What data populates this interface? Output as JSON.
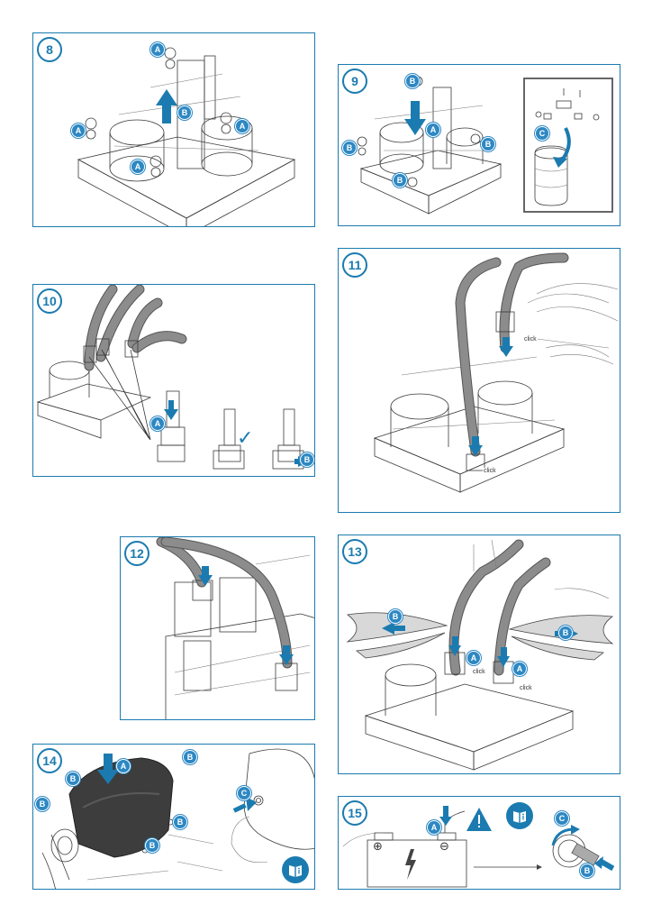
{
  "steps": {
    "s8": {
      "number": "8",
      "labels": [
        "A",
        "A",
        "A",
        "A",
        "B"
      ]
    },
    "s9": {
      "number": "9",
      "labels": [
        "B",
        "A",
        "B",
        "B",
        "B",
        "C"
      ]
    },
    "s10": {
      "number": "10",
      "labels": [
        "A",
        "B"
      ],
      "check": "✓"
    },
    "s11": {
      "number": "11",
      "click_labels": [
        "click",
        "click"
      ]
    },
    "s12": {
      "number": "12"
    },
    "s13": {
      "number": "13",
      "labels": [
        "B",
        "B",
        "A",
        "A"
      ],
      "click_labels": [
        "click",
        "click"
      ]
    },
    "s14": {
      "number": "14",
      "labels": [
        "A",
        "B",
        "B",
        "B",
        "B",
        "B",
        "C"
      ]
    },
    "s15": {
      "number": "15",
      "labels": [
        "A",
        "C",
        "B"
      ],
      "battery_plus": "⊕",
      "battery_minus": "⊖"
    }
  },
  "colors": {
    "accent": "#1b7bb0",
    "label": "#2d88c3",
    "warning": "#1b7bb0"
  }
}
